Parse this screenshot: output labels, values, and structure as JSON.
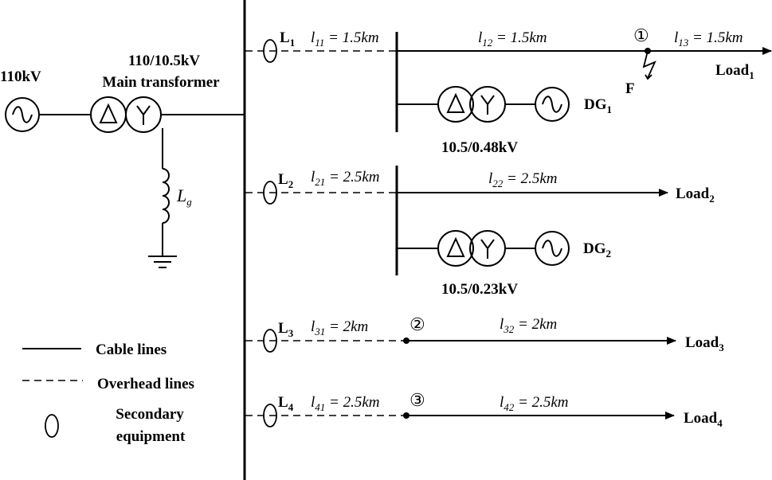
{
  "source": {
    "voltage": "110kV",
    "transformer_rating": "110/10.5kV",
    "transformer_name": "Main transformer",
    "grounding": {
      "base": "L",
      "sub": "g"
    }
  },
  "feeders": [
    {
      "switch": {
        "base": "L",
        "sub": "1"
      },
      "overhead": {
        "base": "l",
        "sub": "11",
        "value": "1.5",
        "unit": "km"
      },
      "cable_a": {
        "base": "l",
        "sub": "12",
        "value": "1.5",
        "unit": "km"
      },
      "cable_b": {
        "base": "l",
        "sub": "13",
        "value": "1.5",
        "unit": "km"
      },
      "fault_point": "①",
      "fault_label": "F",
      "load": {
        "base": "Load",
        "sub": "1"
      },
      "dg": {
        "base": "DG",
        "sub": "1",
        "transformer": "10.5/0.48kV"
      }
    },
    {
      "switch": {
        "base": "L",
        "sub": "2"
      },
      "overhead": {
        "base": "l",
        "sub": "21",
        "value": "2.5",
        "unit": "km"
      },
      "cable_a": {
        "base": "l",
        "sub": "22",
        "value": "2.5",
        "unit": "km"
      },
      "load": {
        "base": "Load",
        "sub": "2"
      },
      "dg": {
        "base": "DG",
        "sub": "2",
        "transformer": "10.5/0.23kV"
      }
    },
    {
      "switch": {
        "base": "L",
        "sub": "3"
      },
      "overhead": {
        "base": "l",
        "sub": "31",
        "value": "2",
        "unit": "km"
      },
      "cable_a": {
        "base": "l",
        "sub": "32",
        "value": "2",
        "unit": "km"
      },
      "fault_point": "②",
      "load": {
        "base": "Load",
        "sub": "3"
      }
    },
    {
      "switch": {
        "base": "L",
        "sub": "4"
      },
      "overhead": {
        "base": "l",
        "sub": "41",
        "value": "2.5",
        "unit": "km"
      },
      "cable_a": {
        "base": "l",
        "sub": "42",
        "value": "2.5",
        "unit": "km"
      },
      "fault_point": "③",
      "load": {
        "base": "Load",
        "sub": "4"
      }
    }
  ],
  "legend": {
    "cable": "Cable lines",
    "overhead": "Overhead lines",
    "secondary_1": "Secondary",
    "secondary_2": "equipment"
  }
}
